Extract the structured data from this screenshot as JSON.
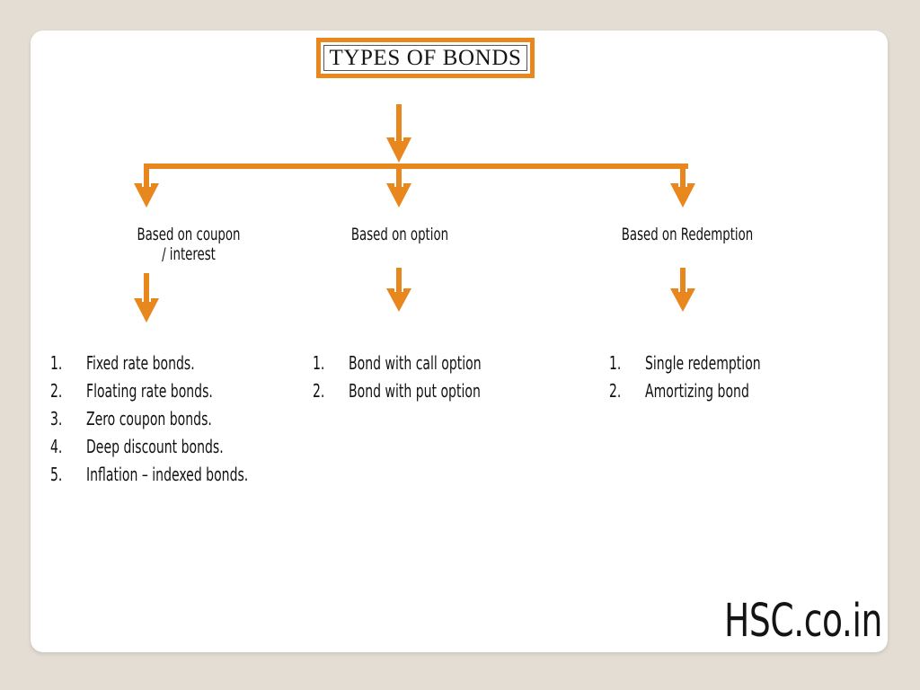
{
  "slide": {
    "title": "TYPES OF BONDS",
    "watermark": "HSC.co.in",
    "colors": {
      "background": "#e3ddd4",
      "card": "#ffffff",
      "accent_orange": "#e8871e",
      "text": "#121212",
      "title_border_inner": "#59544e"
    }
  },
  "branches": [
    {
      "label": "Based on coupon\n/ interest",
      "items": [
        {
          "number": "1.",
          "text": "Fixed rate bonds."
        },
        {
          "number": "2.",
          "text": "Floating rate bonds."
        },
        {
          "number": "3.",
          "text": "Zero coupon bonds."
        },
        {
          "number": "4.",
          "text": "Deep discount bonds."
        },
        {
          "number": "5.",
          "text": "Inflation – indexed bonds."
        }
      ]
    },
    {
      "label": "Based on option",
      "items": [
        {
          "number": "1.",
          "text": "Bond with call option"
        },
        {
          "number": "2.",
          "text": "Bond with put option"
        }
      ]
    },
    {
      "label": "Based on Redemption",
      "items": [
        {
          "number": "1.",
          "text": "Single redemption"
        },
        {
          "number": "2.",
          "text": "Amortizing bond"
        }
      ]
    }
  ],
  "connectors": {
    "root_arrow": "down-arrow-icon",
    "bus_bar": "horizontal-connector-line",
    "branch_arrows": [
      "down-arrow-icon",
      "down-arrow-icon",
      "down-arrow-icon"
    ],
    "list_arrows": [
      "down-arrow-icon",
      "down-arrow-icon",
      "down-arrow-icon"
    ]
  }
}
